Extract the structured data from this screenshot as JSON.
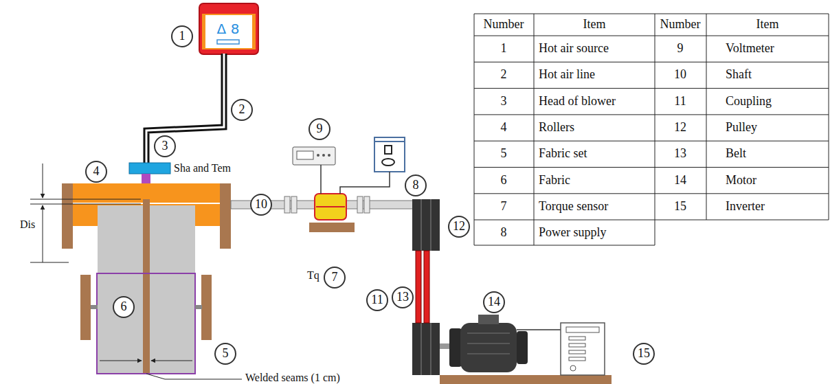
{
  "diagram": {
    "labels": [
      "1",
      "Δ 8",
      "Number",
      "Item",
      "Number",
      "Item",
      "1",
      "Hot air source",
      "9",
      "Voltmeter",
      "2",
      "Hot air line",
      "10",
      "Shaft",
      "3",
      "Head of blower",
      "11",
      "Coupling",
      "4",
      "Rollers",
      "12",
      "Pulley",
      "5",
      "Fabric set",
      "13",
      "Belt",
      "6",
      "Fabric",
      "14",
      "Motor",
      "7",
      "Torque sensor",
      "15",
      "Inverter",
      "8",
      "Power supply",
      "2",
      "3",
      "Sha and Tem",
      "9",
      "8",
      "4",
      "Dis",
      "10",
      "12",
      "Tq",
      "7",
      "11",
      "13",
      "14",
      "6",
      "5",
      "15",
      "Welded seams (1 cm)"
    ]
  }
}
